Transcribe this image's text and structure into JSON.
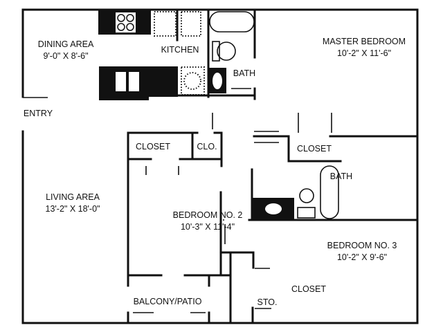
{
  "rooms": {
    "dining": {
      "name": "DINING AREA",
      "size": "9'-0\" X 8'-6\""
    },
    "kitchen": {
      "name": "KITCHEN"
    },
    "master_bath": {
      "name": "BATH"
    },
    "master_bedroom": {
      "name": "MASTER BEDROOM",
      "size": "10'-2\" X 11'-6\""
    },
    "entry": {
      "name": "ENTRY"
    },
    "closet_bed2": {
      "name": "CLOSET"
    },
    "closet_small": {
      "name": "CLO."
    },
    "closet_master": {
      "name": "CLOSET"
    },
    "bath2": {
      "name": "BATH"
    },
    "living": {
      "name": "LIVING AREA",
      "size": "13'-2\" X 18'-0\""
    },
    "bedroom2": {
      "name": "BEDROOM NO. 2",
      "size": "10'-3\" X 11'-4\""
    },
    "bedroom3": {
      "name": "BEDROOM NO. 3",
      "size": "10'-2\" X 9'-6\""
    },
    "closet_bed3": {
      "name": "CLOSET"
    },
    "balcony": {
      "name": "BALCONY/PATIO"
    },
    "storage": {
      "name": "STO."
    }
  }
}
